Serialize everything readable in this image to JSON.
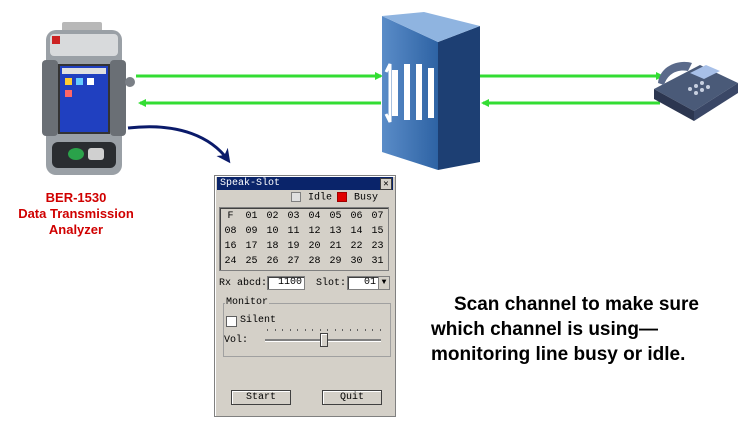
{
  "device": {
    "model": "BER-1530",
    "caption_line2": "Data Transmission",
    "caption_line3": "Analyzer"
  },
  "description": {
    "line1": "Scan channel to make sure",
    "line2": "which channel is using—",
    "line3": "monitoring line busy or idle."
  },
  "dialog": {
    "title": "Speak-Slot",
    "close_glyph": "✕",
    "legend": {
      "idle": "Idle",
      "busy": "Busy",
      "idle_color": "#e0e0e0",
      "busy_color": "#e00000"
    },
    "slots": [
      [
        "F",
        "01",
        "02",
        "03",
        "04",
        "05",
        "06",
        "07"
      ],
      [
        "08",
        "09",
        "10",
        "11",
        "12",
        "13",
        "14",
        "15"
      ],
      [
        "16",
        "17",
        "18",
        "19",
        "20",
        "21",
        "22",
        "23"
      ],
      [
        "24",
        "25",
        "26",
        "27",
        "28",
        "29",
        "30",
        "31"
      ]
    ],
    "rx_label": "Rx abcd:",
    "rx_value": "1100",
    "slot_label": "Slot:",
    "slot_value": "01",
    "monitor": {
      "title": "Monitor",
      "silent_label": "Silent",
      "silent_checked": false,
      "vol_label": "Vol:",
      "volume_fraction": 0.5
    },
    "start_label": "Start",
    "quit_label": "Quit"
  },
  "colors": {
    "link_arrow": "#33dd33",
    "pointer_arrow": "#0a1a6a",
    "switch_blue": "#2e63a4",
    "caption_red": "#d00000"
  },
  "icons": {
    "analyzer": "handheld-tester-icon",
    "switch": "digital-switch-icon",
    "phone": "telephone-icon"
  }
}
